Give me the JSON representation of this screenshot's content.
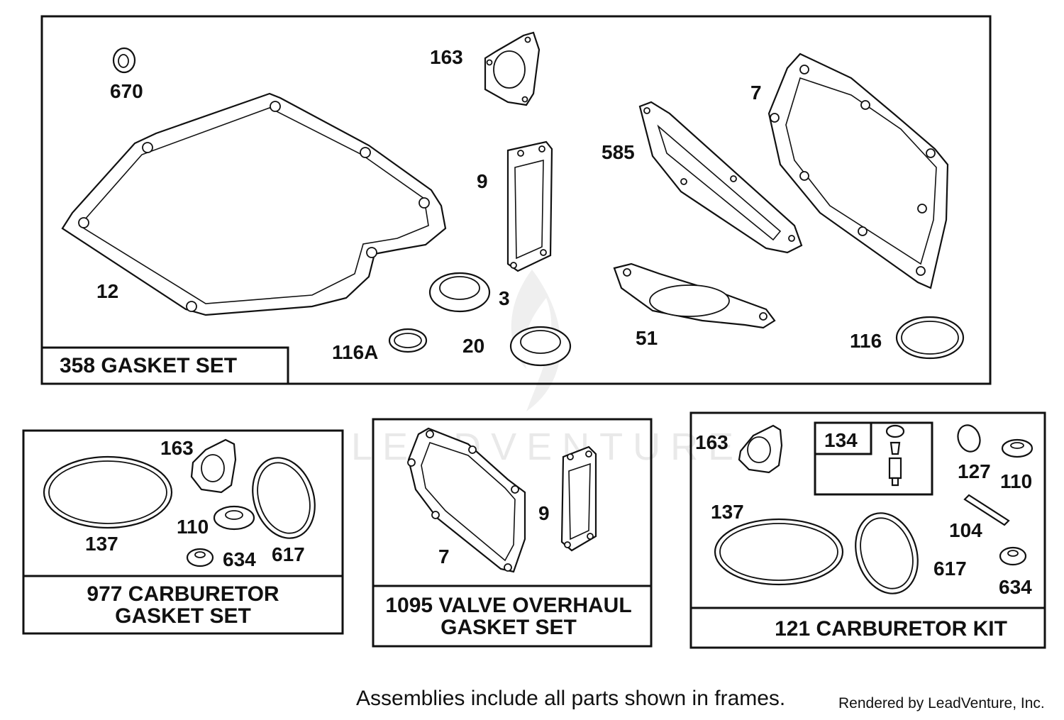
{
  "watermark": "LEADVENTURE",
  "footnote": "Assemblies include all parts shown in frames.",
  "credit": "Rendered by LeadVenture, Inc.",
  "frames": {
    "gasket_set": {
      "title": "358 GASKET SET",
      "callouts": {
        "p670": "670",
        "p163": "163",
        "p7": "7",
        "p585": "585",
        "p9": "9",
        "p12": "12",
        "p3": "3",
        "p116a": "116A",
        "p20": "20",
        "p51": "51",
        "p116": "116"
      }
    },
    "carb_gasket_set": {
      "title_line1": "977 CARBURETOR",
      "title_line2": "GASKET SET",
      "callouts": {
        "p163": "163",
        "p137": "137",
        "p110": "110",
        "p634": "634",
        "p617": "617"
      }
    },
    "valve_overhaul": {
      "title_line1": "1095 VALVE OVERHAUL",
      "title_line2": "GASKET SET",
      "callouts": {
        "p9": "9",
        "p7": "7"
      }
    },
    "carb_kit": {
      "title": "121 CARBURETOR KIT",
      "callouts": {
        "p163": "163",
        "p134": "134",
        "p127": "127",
        "p110": "110",
        "p137": "137",
        "p104": "104",
        "p617": "617",
        "p634": "634"
      }
    }
  }
}
